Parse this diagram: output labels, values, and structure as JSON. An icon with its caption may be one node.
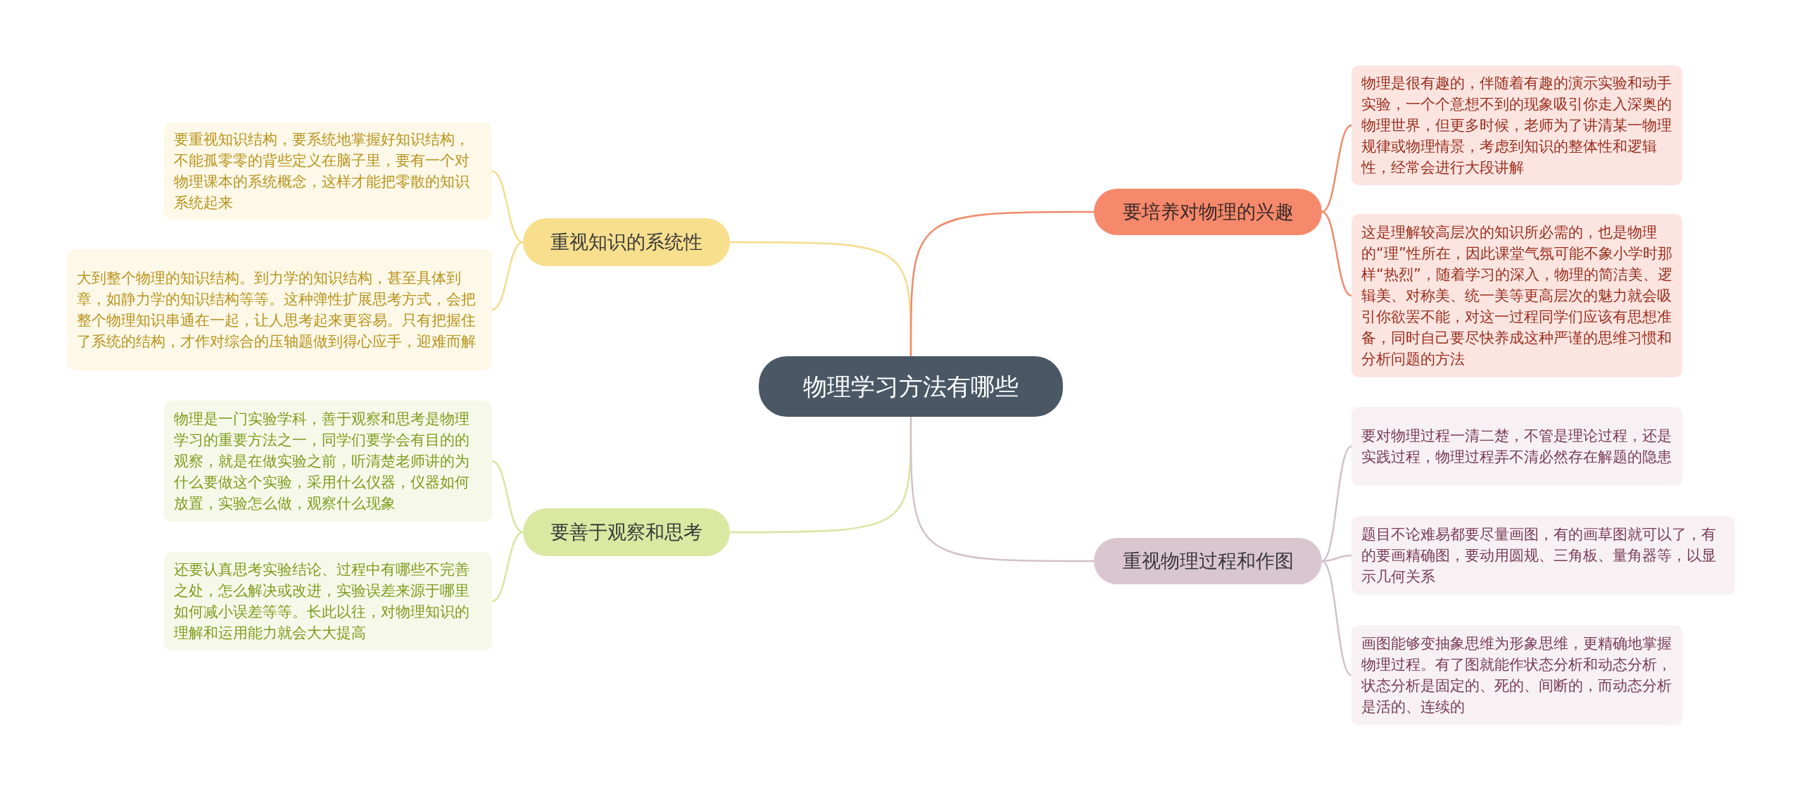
{
  "diagram": {
    "nodes": [
      {
        "text": [
          "物理学习方法有哪些"
        ]
      },
      {
        "text": [
          "重视知识的系统性"
        ]
      },
      {
        "text": [
          "要重视知识结构，要系统地掌握好知识结构，不能孤零零的背些定义在脑子里，要有一个对物理课本的系统概念，这样才能把零散的知识系统起来"
        ]
      },
      {
        "text": [
          "大到整个物理的知识结构。到力学的知识结构，甚至具体到章，如静力学的知识结构等等。这种弹性扩展思考方式，会把整个物理知识串通在一起，让人思考起来更容易。只有把握住了系统的结构，才作对综合的压轴题做到得心应手，迎难而解"
        ]
      },
      {
        "text": [
          "要善于观察和思考"
        ]
      },
      {
        "text": [
          "物理是一门实验学科，善于观察和思考是物理学习的重要方法之一，同学们要学会有目的的观察，就是在做实验之前，听清楚老师讲的为什么要做这个实验，采用什么仪器，仪器如何放置，实验怎么做，观察什么现象"
        ]
      },
      {
        "text": [
          "还要认真思考实验结论、过程中有哪些不完善之处，怎么解决或改进，实验误差来源于哪里如何减小误差等等。长此以往，对物理知识的理解和运用能力就会大大提高"
        ]
      },
      {
        "text": [
          "要培养对物理的兴趣"
        ]
      },
      {
        "text": [
          "物理是很有趣的，伴随着有趣的演示实验和动手实验，一个个意想不到的现象吸引你走入深奥的物理世界，但更多时候，老师为了讲清某一物理规律或物理情景，考虑到知识的整体性和逻辑性，经常会进行大段讲解"
        ]
      },
      {
        "text": [
          "这是理解较高层次的知识所必需的，也是物理的“理”性所在，因此课堂气氛可能不象小学时那样“热烈”，随着学习的深入，物理的简洁美、逻辑美、对称美、统一美等更高层次的魅力就会吸引你欲罢不能，对这一过程同学们应该有思想准备，同时自己要尽快养成这种严谨的思维习惯和分析问题的方法"
        ]
      },
      {
        "text": [
          "重视物理过程和作图"
        ]
      },
      {
        "text": [
          "要对物理过程一清二楚，不管是理论过程，还是实践过程，物理过程弄不清必然存在解题的隐患"
        ]
      },
      {
        "text": [
          "题目不论难易都要尽量画图，有的画草图就可以了，有的要画精确图，要动用圆规、三角板、量角器等，以显示几何关系"
        ]
      },
      {
        "text": [
          "画图能够变抽象思维为形象思维，更精确地掌握物理过程。有了图就能作状态分析和动态分析，状态分析是固定的、死的、间断的，而动态分析是活的、连续的"
        ]
      }
    ],
    "edges": [
      {
        "from": 0,
        "to": 1,
        "arrow": "none",
        "color": "#f5dc8c"
      },
      {
        "from": 1,
        "to": 2,
        "arrow": "none",
        "color": "#f5dc8c"
      },
      {
        "from": 1,
        "to": 3,
        "arrow": "none",
        "color": "#f5dc8c"
      },
      {
        "from": 0,
        "to": 4,
        "arrow": "none",
        "color": "#d8e6a0"
      },
      {
        "from": 4,
        "to": 5,
        "arrow": "none",
        "color": "#d8e6a0"
      },
      {
        "from": 4,
        "to": 6,
        "arrow": "none",
        "color": "#d8e6a0"
      },
      {
        "from": 0,
        "to": 7,
        "arrow": "none",
        "color": "#ef8a6a"
      },
      {
        "from": 7,
        "to": 8,
        "arrow": "none",
        "color": "#ef8a6a"
      },
      {
        "from": 7,
        "to": 9,
        "arrow": "none",
        "color": "#ef8a6a"
      },
      {
        "from": 0,
        "to": 10,
        "arrow": "none",
        "color": "#d3c0c8"
      },
      {
        "from": 10,
        "to": 11,
        "arrow": "none",
        "color": "#d3c0c8"
      },
      {
        "from": 10,
        "to": 12,
        "arrow": "none",
        "color": "#d3c0c8"
      },
      {
        "from": 10,
        "to": 13,
        "arrow": "none",
        "color": "#d3c0c8"
      }
    ]
  }
}
